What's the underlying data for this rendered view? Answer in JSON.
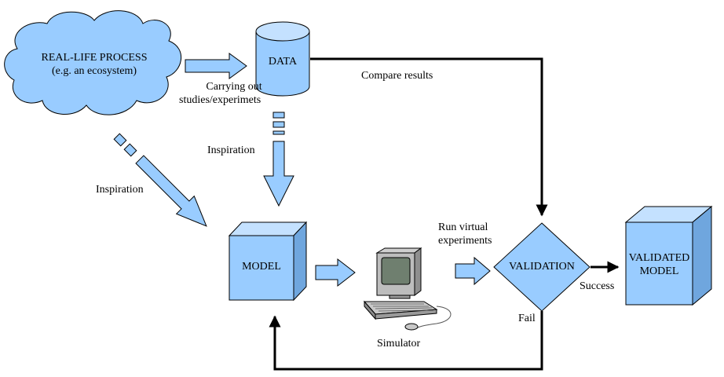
{
  "diagram": {
    "cloud_label_line1": "REAL-LIFE PROCESS",
    "cloud_label_line2": "(e.g. an ecosystem)",
    "data_label": "DATA",
    "model_label": "MODEL",
    "validation_label": "VALIDATION",
    "validated_line1": "VALIDATED",
    "validated_line2": "MODEL",
    "simulator_label": "Simulator",
    "carrying_line1": "Carrying out",
    "carrying_line2": "studies/experimets",
    "compare_label": "Compare results",
    "inspiration_data": "Inspiration",
    "inspiration_cloud": "Inspiration",
    "run_line1": "Run virtual",
    "run_line2": "experiments",
    "success_label": "Success",
    "fail_label": "Fail"
  },
  "colors": {
    "shape_fill": "#99ccff",
    "shape_top": "#c4e1ff",
    "shape_side": "#6fa6de",
    "outline": "#000000",
    "arrow_fill": "#99ccff"
  },
  "icons": [
    "cloud-shape",
    "database-cylinder",
    "cube",
    "diamond",
    "computer-icon",
    "block-arrow"
  ]
}
